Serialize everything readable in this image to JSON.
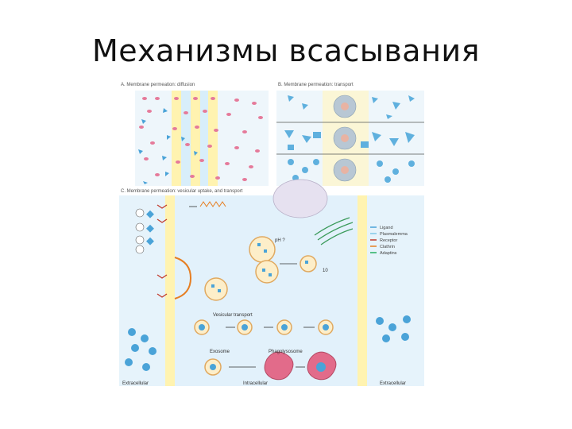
{
  "slide": {
    "title": "Механизмы  всасывания"
  },
  "figure": {
    "panel_a_label": "A. Membrane permeation: diffusion",
    "panel_b_label": "B. Membrane permeation: transport",
    "panel_c_label": "C. Membrane permeation: vesicular uptake, and transport",
    "labels": {
      "ph": "pH ?",
      "vesicular_transport": "Vesicular transport",
      "exosome": "Exosome",
      "phagolysosome": "Phagolysosome",
      "extracellular_left": "Extracellular",
      "intracellular": "Intracellular",
      "extracellular_right": "Extracellular",
      "step_10": "10"
    },
    "legend": [
      {
        "label": "Ligand",
        "color": "#4aa3d8"
      },
      {
        "label": "Plasmalemma",
        "color": "#7ec8e8"
      },
      {
        "label": "Receptor",
        "color": "#c0392b"
      },
      {
        "label": "Clathrin",
        "color": "#e67e22"
      },
      {
        "label": "Adaptins",
        "color": "#27ae60"
      }
    ]
  }
}
